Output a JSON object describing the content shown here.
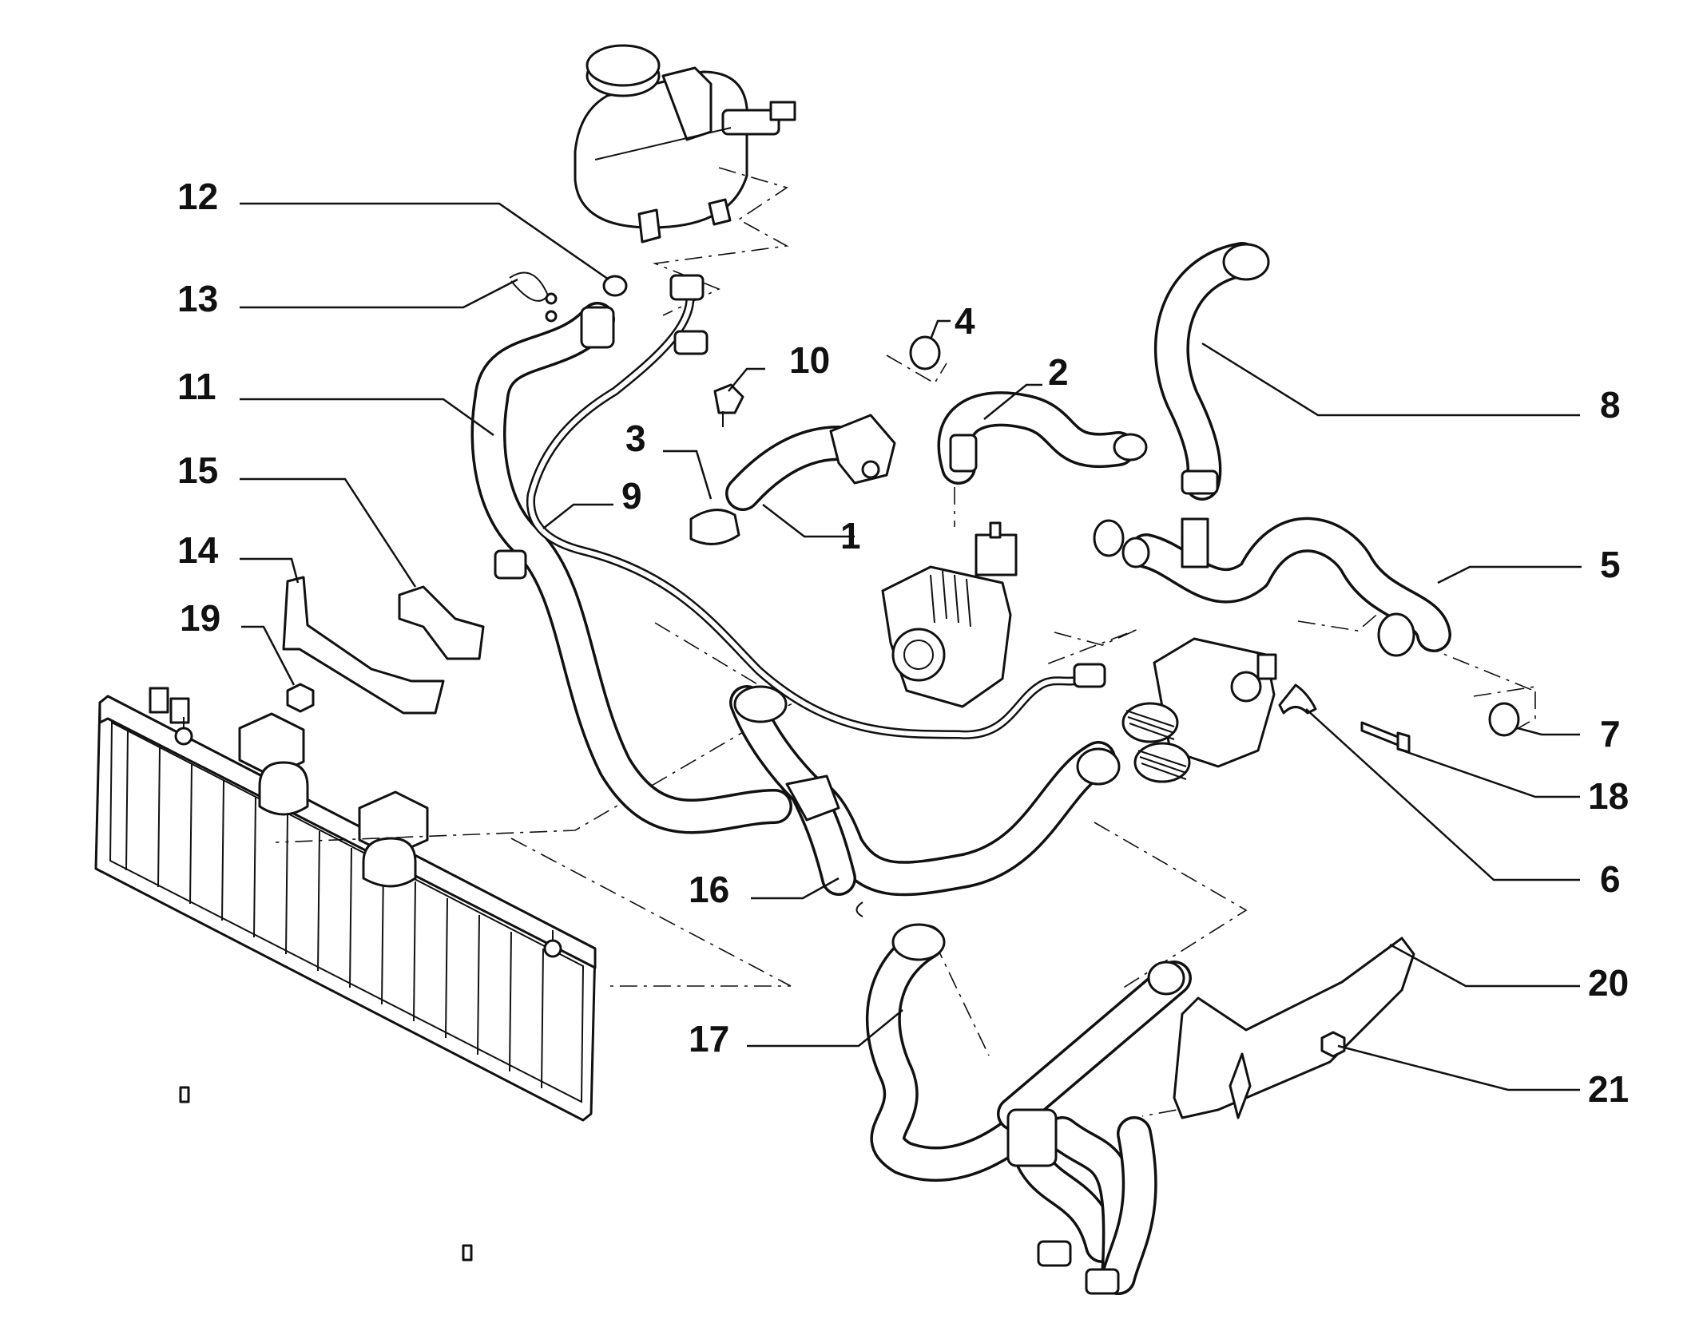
{
  "diagram": {
    "callouts": [
      {
        "id": "c1",
        "label": "1"
      },
      {
        "id": "c2",
        "label": "2"
      },
      {
        "id": "c3",
        "label": "3"
      },
      {
        "id": "c4",
        "label": "4"
      },
      {
        "id": "c5",
        "label": "5"
      },
      {
        "id": "c6",
        "label": "6"
      },
      {
        "id": "c7",
        "label": "7"
      },
      {
        "id": "c8",
        "label": "8"
      },
      {
        "id": "c9",
        "label": "9"
      },
      {
        "id": "c10",
        "label": "10"
      },
      {
        "id": "c11",
        "label": "11"
      },
      {
        "id": "c12",
        "label": "12"
      },
      {
        "id": "c13",
        "label": "13"
      },
      {
        "id": "c14",
        "label": "14"
      },
      {
        "id": "c15",
        "label": "15"
      },
      {
        "id": "c16",
        "label": "16"
      },
      {
        "id": "c17",
        "label": "17"
      },
      {
        "id": "c18",
        "label": "18"
      },
      {
        "id": "c19",
        "label": "19"
      },
      {
        "id": "c20",
        "label": "20"
      },
      {
        "id": "c21",
        "label": "21"
      }
    ],
    "colors": {
      "line": "#111111",
      "background": "#ffffff"
    }
  }
}
